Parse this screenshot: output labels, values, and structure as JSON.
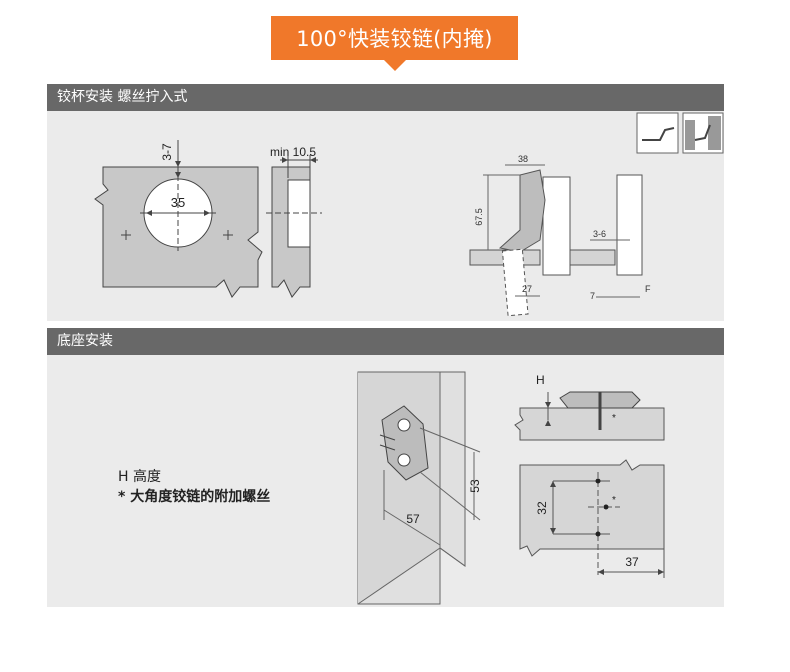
{
  "header": {
    "title": "100°快装铰链(内掩)"
  },
  "sections": [
    {
      "label": "铰杯安装 螺丝拧入式"
    },
    {
      "label": "底座安装"
    }
  ],
  "diagram1": {
    "dim_3_7": "3-7",
    "dim_min_10_5": "min 10.5",
    "dim_35": "35",
    "dim_38": "38",
    "dim_67_5": "67.5",
    "dim_27": "27",
    "dim_3_6": "3-6",
    "dim_7": "7",
    "dim_F": "F"
  },
  "diagram2": {
    "dim_53": "53",
    "dim_57": "57",
    "dim_H": "H",
    "dim_32": "32",
    "dim_37": "37",
    "star": "*"
  },
  "notes": {
    "line1": "H 高度",
    "line2": "* 大角度铰链的附加螺丝"
  },
  "colors": {
    "accent": "#f0782a",
    "bar": "#686868",
    "panel": "#ebebeb",
    "part": "#c8c8c8"
  }
}
